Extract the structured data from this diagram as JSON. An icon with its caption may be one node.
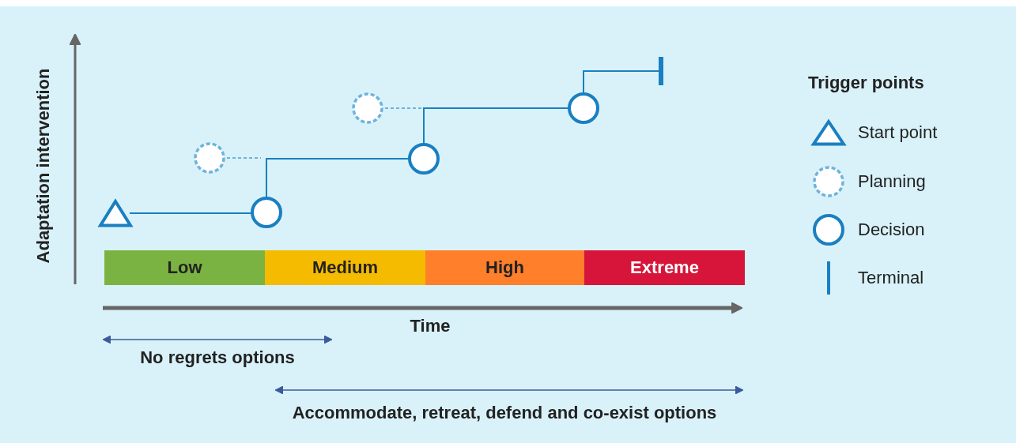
{
  "diagram": {
    "nodes": [
      {
        "text": [],
        "shape": "triangle"
      },
      {
        "text": [],
        "shape": "circle"
      },
      {
        "text": [],
        "shape": "circle"
      },
      {
        "text": [],
        "shape": "circle"
      },
      {
        "text": [],
        "shape": "circle"
      },
      {
        "text": [],
        "shape": "circle"
      },
      {
        "text": [],
        "shape": "bar"
      },
      {
        "text": [
          "Low"
        ]
      },
      {
        "text": [
          "Medium"
        ]
      },
      {
        "text": [
          "High"
        ]
      },
      {
        "text": [
          "Extreme"
        ]
      }
    ],
    "edges": [
      {
        "from": 0,
        "to": 2,
        "arrow": "none"
      },
      {
        "from": 2,
        "to": 4,
        "arrow": "none"
      },
      {
        "from": 4,
        "to": 5,
        "arrow": "none"
      },
      {
        "from": 5,
        "to": 6,
        "arrow": "none"
      },
      {
        "from": 1,
        "to": null,
        "arrow": "none",
        "style": "dashed",
        "color": "#6db3dc"
      },
      {
        "from": 3,
        "to": null,
        "arrow": "none",
        "style": "dashed",
        "color": "#6db3dc"
      }
    ],
    "labels": [
      "Adaptation intervention",
      "Trigger points",
      "Time",
      "No regrets options",
      "Accommodate, retreat, defend and co-exist options"
    ],
    "legend": [
      {
        "text": "Start point"
      },
      {
        "text": "Planning"
      },
      {
        "text": "Decision"
      },
      {
        "text": "Terminal"
      }
    ]
  }
}
